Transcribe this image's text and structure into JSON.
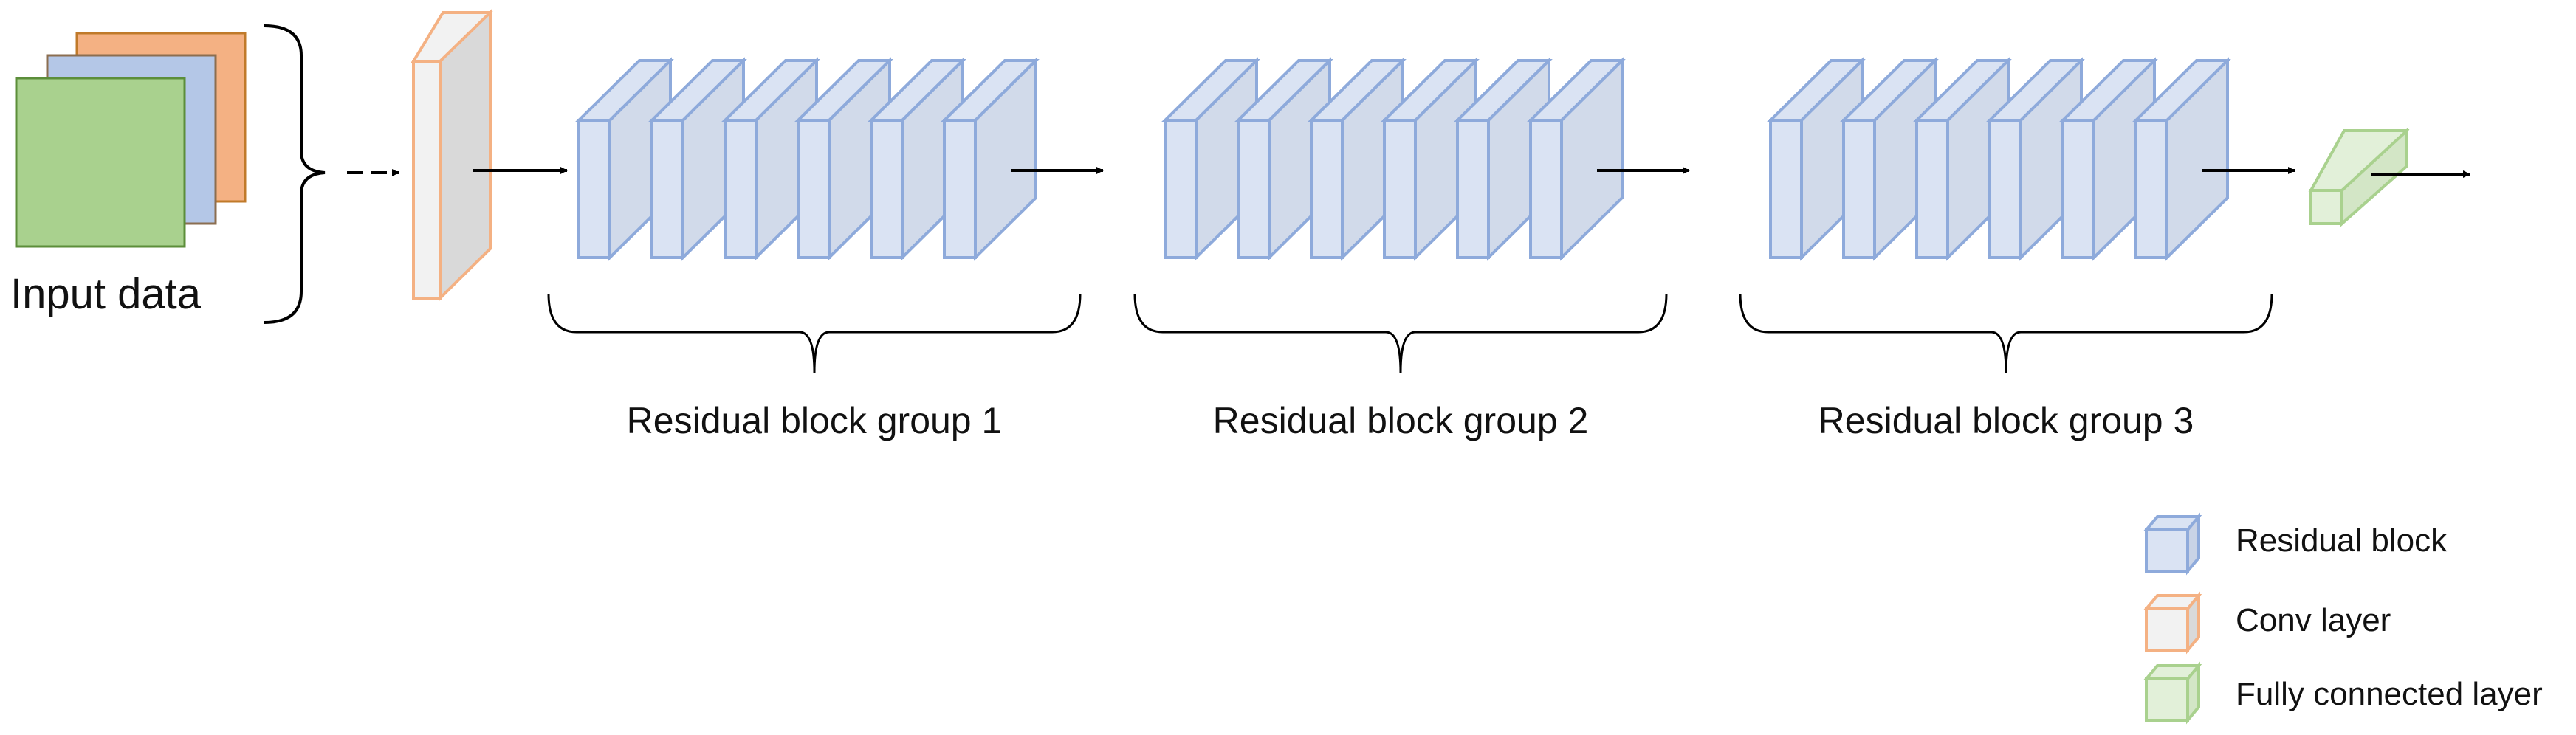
{
  "input": {
    "label": "Input data"
  },
  "groups": [
    {
      "label": "Residual block group 1",
      "block_count": 6
    },
    {
      "label": "Residual block group 2",
      "block_count": 6
    },
    {
      "label": "Residual block group 3",
      "block_count": 6
    }
  ],
  "legend": [
    {
      "label": "Residual block",
      "kind": "residual"
    },
    {
      "label": "Conv layer",
      "kind": "conv"
    },
    {
      "label": "Fully connected layer",
      "kind": "fc"
    }
  ],
  "colors": {
    "residual_stroke": "#8eaadb",
    "residual_front": "#dae3f3",
    "residual_side": "#c9d3e6",
    "conv_stroke": "#f4b183",
    "conv_front": "#f2f2f2",
    "conv_side": "#d9d9d9",
    "fc_stroke": "#a9d18e",
    "fc_front": "#e2f0d9",
    "fc_side": "#d3e6c6",
    "input_orange": "#f4b183",
    "input_blue": "#b4c7e7",
    "input_green": "#a9d18e"
  }
}
